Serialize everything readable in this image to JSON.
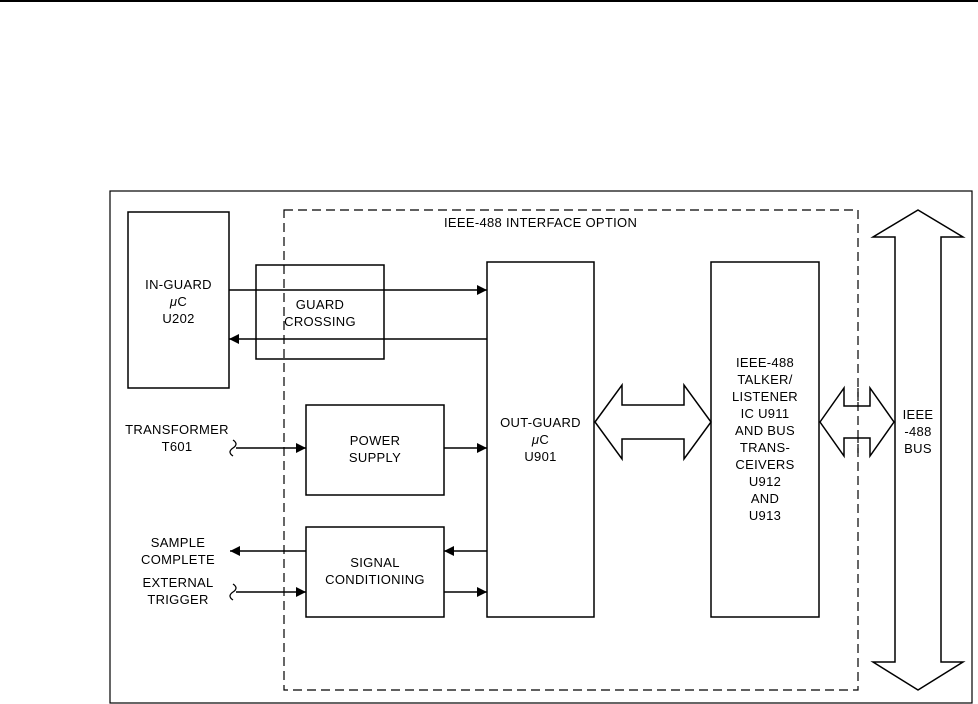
{
  "diagram": {
    "option_title": "IEEE-488 INTERFACE OPTION",
    "in_guard": {
      "line1": "IN-GUARD",
      "mu": "μ",
      "line2": "C",
      "line3": "U202"
    },
    "guard_crossing": {
      "line1": "GUARD",
      "line2": "CROSSING"
    },
    "power_supply": {
      "line1": "POWER",
      "line2": "SUPPLY"
    },
    "signal_conditioning": {
      "line1": "SIGNAL",
      "line2": "CONDITIONING"
    },
    "out_guard": {
      "line1": "OUT-GUARD",
      "mu": "μ",
      "line2": "C",
      "line3": "U901"
    },
    "ieee_talker": {
      "lines": [
        "IEEE-488",
        "TALKER/",
        "LISTENER",
        "IC U911",
        "AND BUS",
        "TRANS-",
        "CEIVERS",
        "U912",
        "AND",
        "U913"
      ]
    },
    "transformer": {
      "line1": "TRANSFORMER",
      "line2": "T601"
    },
    "sample_complete": {
      "line1": "SAMPLE",
      "line2": "COMPLETE"
    },
    "external_trigger": {
      "line1": "EXTERNAL",
      "line2": "TRIGGER"
    },
    "ieee_bus": {
      "line1": "IEEE",
      "line2": "-488",
      "line3": "BUS"
    }
  }
}
